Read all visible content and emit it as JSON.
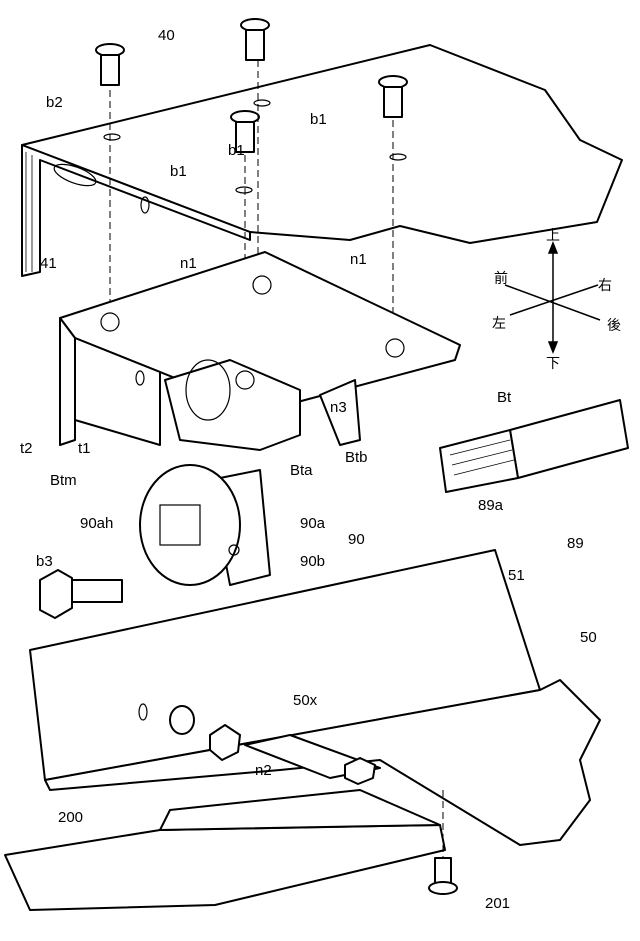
{
  "labels": {
    "plate_top": "40",
    "flange_top": "41",
    "spring": "b2",
    "screw_a": "b1",
    "screw_b": "b1",
    "screw_c": "b1",
    "nut_a": "n1",
    "nut_b": "n1",
    "nut_n3": "n3",
    "bracket": "Bt",
    "bracket_a": "Bta",
    "bracket_b": "Btb",
    "t2": "t2",
    "t1": "t1",
    "btm": "Btm",
    "rod_end": "89a",
    "rod": "89",
    "knob_hole": "90ah",
    "knob_a": "90a",
    "knob": "90",
    "knob_b": "90b",
    "bolt": "b3",
    "angle_flange": "51",
    "angle": "50",
    "slot": "50x",
    "nut_n2": "n2",
    "plate_bottom": "200",
    "screw_bottom": "201"
  },
  "directions": {
    "up": "上",
    "down": "下",
    "front": "前",
    "back": "後",
    "left": "左",
    "right": "右"
  }
}
